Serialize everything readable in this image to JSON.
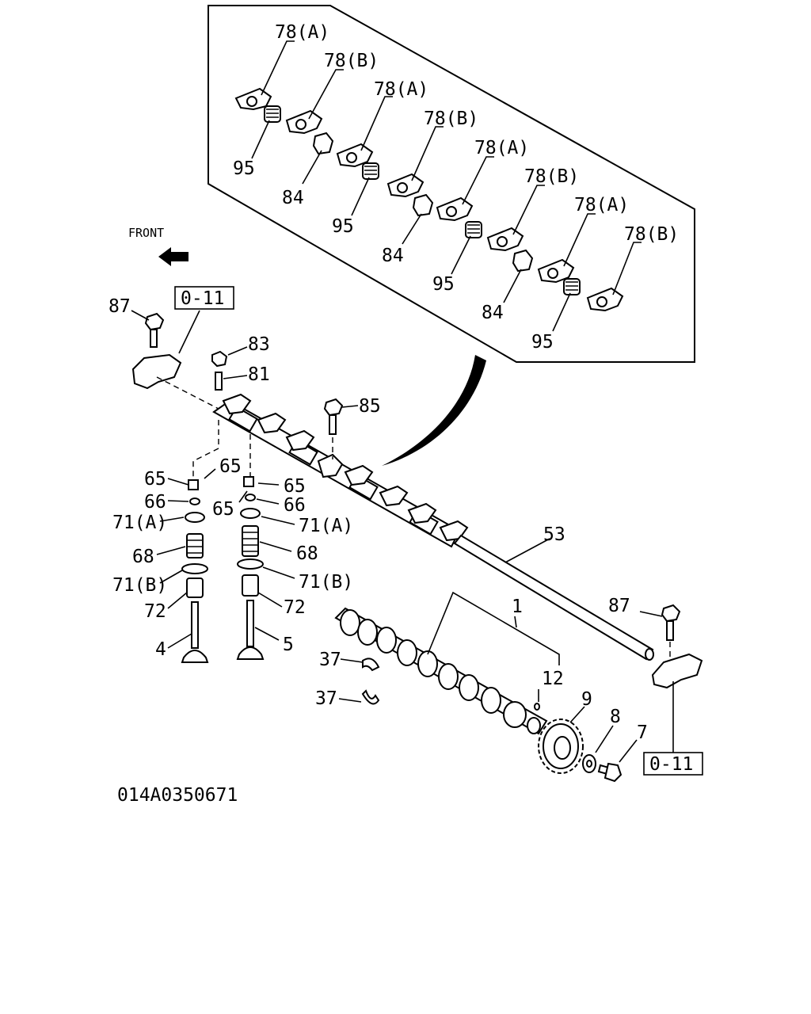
{
  "diagram_code": "014A0350671",
  "front": "FRONT",
  "ref_boxes": [
    "0-11",
    "0-11"
  ],
  "labels": {
    "p78a_1": "78(A)",
    "p78b_1": "78(B)",
    "p78a_2": "78(A)",
    "p78b_2": "78(B)",
    "p78a_3": "78(A)",
    "p78b_3": "78(B)",
    "p78a_4": "78(A)",
    "p78b_4": "78(B)",
    "p95_1": "95",
    "p84_1": "84",
    "p95_2": "95",
    "p84_2": "84",
    "p95_3": "95",
    "p84_3": "84",
    "p95_4": "95",
    "p87_l": "87",
    "p83": "83",
    "p81": "81",
    "p85": "85",
    "p65_a": "65",
    "p65_b": "65",
    "p65_c": "65",
    "p65_d": "65",
    "p66_l": "66",
    "p66_r": "66",
    "p71a_l": "71(A)",
    "p71a_r": "71(A)",
    "p68_l": "68",
    "p68_r": "68",
    "p71b_l": "71(B)",
    "p71b_r": "71(B)",
    "p72_l": "72",
    "p72_r": "72",
    "p4": "4",
    "p5": "5",
    "p53": "53",
    "p1": "1",
    "p87_r": "87",
    "p37_a": "37",
    "p37_b": "37",
    "p12": "12",
    "p9": "9",
    "p8": "8",
    "p7": "7"
  }
}
